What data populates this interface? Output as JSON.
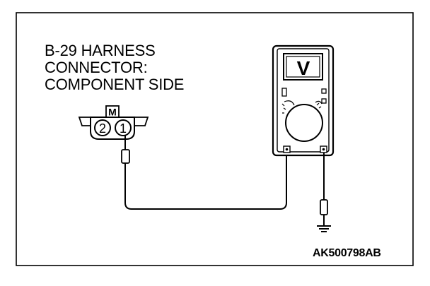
{
  "connector_label": {
    "line1": "B-29 HARNESS",
    "line2": "CONNECTOR:",
    "line3": "COMPONENT SIDE"
  },
  "connector": {
    "top_marker": "M",
    "pin_left": "2",
    "pin_right": "1"
  },
  "meter": {
    "display_symbol": "V"
  },
  "figure_id": "AK500798AB",
  "colors": {
    "ink": "#000000",
    "background": "#ffffff"
  }
}
